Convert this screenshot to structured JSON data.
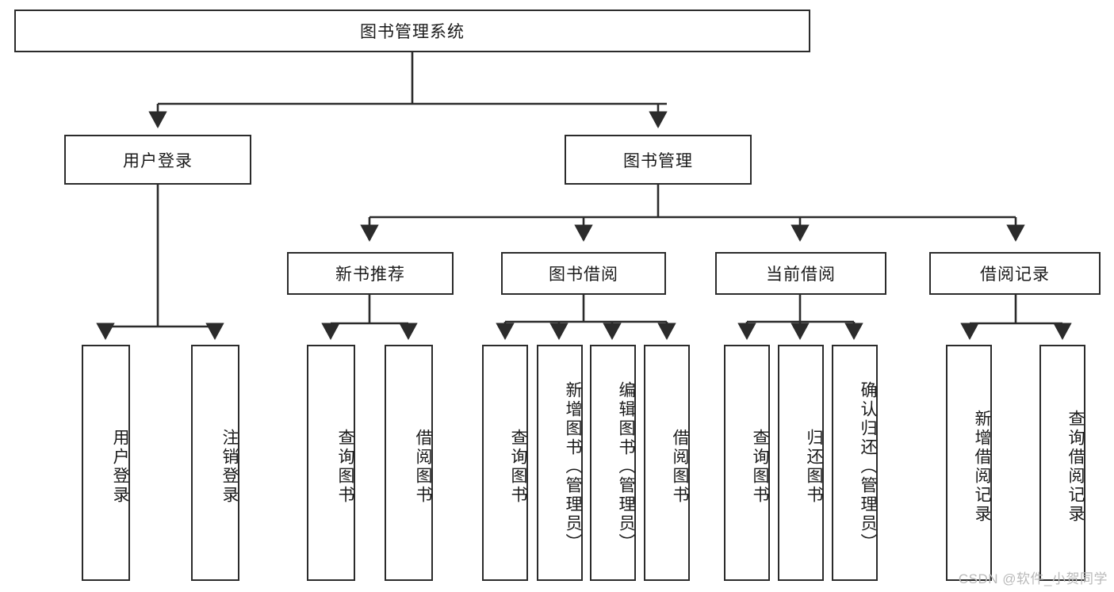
{
  "diagram": {
    "title": "图书管理系统",
    "type": "tree",
    "root": {
      "label": "图书管理系统"
    },
    "level2": [
      {
        "label": "用户登录"
      },
      {
        "label": "图书管理"
      }
    ],
    "level3": [
      {
        "label": "新书推荐"
      },
      {
        "label": "图书借阅"
      },
      {
        "label": "当前借阅"
      },
      {
        "label": "借阅记录"
      }
    ],
    "leaves": {
      "user_login": [
        {
          "label": "用户登录"
        },
        {
          "label": "注销登录"
        }
      ],
      "new_book_recommend": [
        {
          "label": "查询图书"
        },
        {
          "label": "借阅图书"
        }
      ],
      "book_borrow": [
        {
          "label": "查询图书"
        },
        {
          "label": "新增图书（管理员）"
        },
        {
          "label": "编辑图书（管理员）"
        },
        {
          "label": "借阅图书"
        }
      ],
      "current_borrow": [
        {
          "label": "查询图书"
        },
        {
          "label": "归还图书"
        },
        {
          "label": "确认归还（管理员）"
        }
      ],
      "borrow_record": [
        {
          "label": "新增借阅记录"
        },
        {
          "label": "查询借阅记录"
        }
      ]
    }
  },
  "watermark": {
    "text": "CSDN @软件_小贺同学"
  },
  "colors": {
    "stroke": "#2b2b2b",
    "background": "#ffffff",
    "text": "#1a1a1a",
    "watermark": "#b9b9b9"
  }
}
